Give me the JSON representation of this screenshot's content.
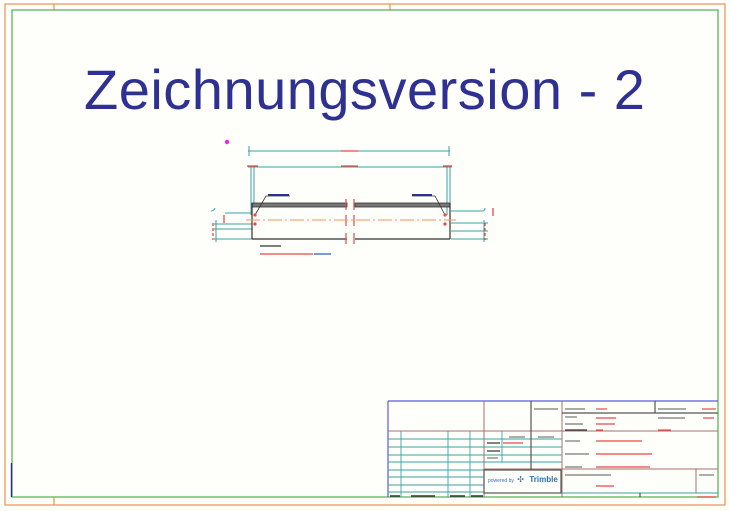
{
  "sheet": {
    "title": "Zeichnungsversion - 2",
    "background": "#fefefa",
    "colors": {
      "outer_frame": "#f4955a",
      "inner_frame": "#5cb85c",
      "title_text": "#2e3192",
      "dimension": "#3aa3a3",
      "dimension_text_placeholder": "#e8484a",
      "part_outline": "#333333",
      "centerline": "#f4955a",
      "annotation_blue": "#2e3192",
      "marker_magenta": "#ee22ee",
      "titleblock_blue": "#5a5ae6",
      "titleblock_brown": "#a87070",
      "titleblock_teal": "#3aa3a3",
      "titleblock_text_grey": "#777777"
    }
  },
  "title_block": {
    "brand_prefix": "powered by",
    "brand_name": "Trimble",
    "brand_icon": "trimble-logo-icon"
  }
}
